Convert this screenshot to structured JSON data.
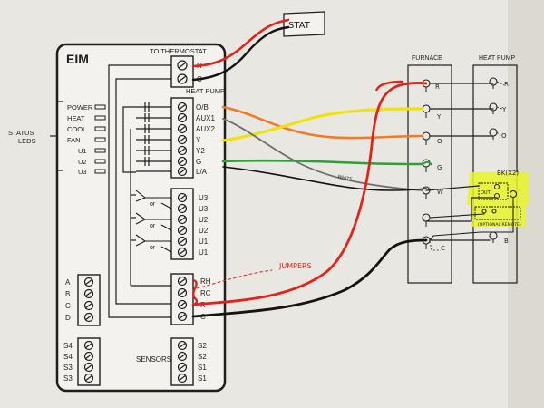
{
  "stat_box": {
    "label": "STAT"
  },
  "eim": {
    "title": "EIM",
    "to_thermostat_label": "TO THERMOSTAT",
    "thermostat_terminals": [
      "R",
      "C"
    ],
    "heat_pump_label": "HEAT PUMP",
    "heat_pump_terminals": [
      "O/B",
      "AUX1",
      "AUX2",
      "Y",
      "Y2",
      "G",
      "L/A"
    ],
    "relay_terminals": [
      "U3",
      "U3",
      "U2",
      "U2",
      "U1",
      "U1"
    ],
    "relay_or_labels": [
      "or",
      "or",
      "or"
    ],
    "power_terminals": [
      "RH",
      "RC",
      "R",
      "C"
    ],
    "left_terminals": [
      "A",
      "B",
      "C",
      "D"
    ],
    "sensor_left_terminals": [
      "S4",
      "S4",
      "S3",
      "S3"
    ],
    "sensors_label": "SENSORS",
    "sensor_right_terminals": [
      "S2",
      "S2",
      "S1",
      "S1"
    ]
  },
  "status_leds": {
    "label_line1": "STATUS",
    "label_line2": "LEDS",
    "items": [
      "POWER",
      "HEAT",
      "COOL",
      "FAN",
      "U1",
      "U2",
      "U3"
    ]
  },
  "jumpers_label": "JUMPERS",
  "furnace": {
    "title": "FURNACE",
    "terminals": [
      "R",
      "Y",
      "O",
      "G",
      "W",
      "",
      "C"
    ]
  },
  "heat_pump_unit": {
    "title": "HEAT PUMP",
    "terminals": [
      "R",
      "Y",
      "O",
      "",
      "",
      "",
      "B"
    ]
  },
  "bk_label": "BK(X2)",
  "out_label": "OUT",
  "optional_remote_label": "(OPTIONAL REMOTE)",
  "white_wire_label": "WHITE",
  "colors": {
    "paper": "#e9e7e1",
    "ink": "#1e1e1e",
    "red_wire": "#e0231b",
    "yellow_wire": "#f2e20c",
    "orange_wire": "#f07a2a",
    "green_wire": "#2f9e3b",
    "white_wire": "#6e6e6e",
    "black_wire": "#141414",
    "highlight": "#e8f52a"
  }
}
